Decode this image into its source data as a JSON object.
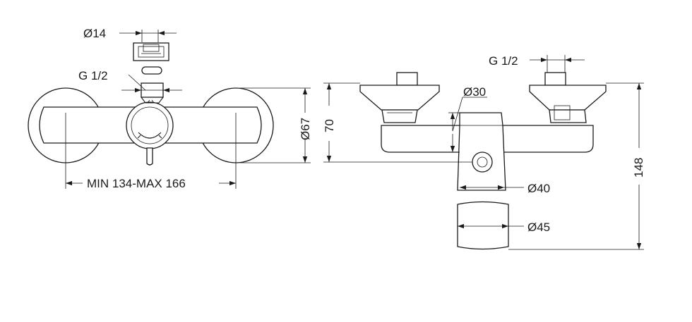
{
  "labels": {
    "nut_diameter": "Ø14",
    "thread_left": "G 1/2",
    "span": "MIN 134-MAX 166",
    "flange_diameter": "Ø67",
    "height_top": "70",
    "outlet_diameter": "Ø30",
    "thread_right": "G 1/2",
    "neck_diameter": "Ø40",
    "spout_diameter": "Ø45",
    "total_height": "148"
  }
}
